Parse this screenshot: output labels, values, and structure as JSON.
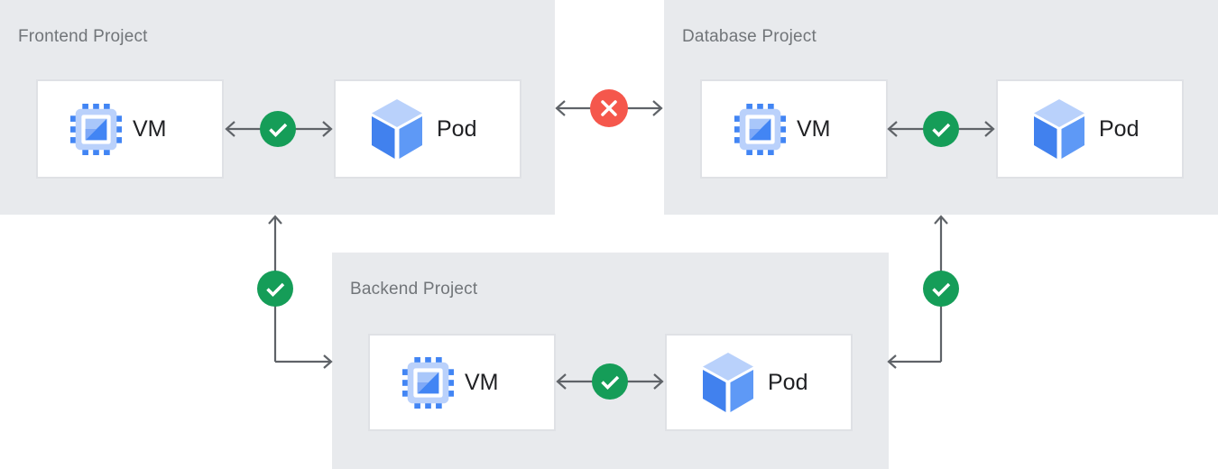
{
  "diagram": {
    "description": "Cross-project VM to Pod connectivity diagram",
    "projects": {
      "frontend": {
        "label": "Frontend Project",
        "vm_label": "VM",
        "pod_label": "Pod"
      },
      "database": {
        "label": "Database Project",
        "vm_label": "VM",
        "pod_label": "Pod"
      },
      "backend": {
        "label": "Backend Project",
        "vm_label": "VM",
        "pod_label": "Pod"
      }
    },
    "connections": {
      "frontend_internal": {
        "from": "Frontend VM",
        "to": "Frontend Pod",
        "status": "allowed",
        "icon": "check-icon",
        "bidirectional": true
      },
      "database_internal": {
        "from": "Database VM",
        "to": "Database Pod",
        "status": "allowed",
        "icon": "check-icon",
        "bidirectional": true
      },
      "backend_internal": {
        "from": "Backend VM",
        "to": "Backend Pod",
        "status": "allowed",
        "icon": "check-icon",
        "bidirectional": true
      },
      "frontend_database": {
        "from": "Frontend Project",
        "to": "Database Project",
        "status": "blocked",
        "icon": "cross-icon",
        "bidirectional": true
      },
      "frontend_backend": {
        "from": "Frontend Project",
        "to": "Backend Project",
        "status": "allowed",
        "icon": "check-icon",
        "bidirectional": true
      },
      "database_backend": {
        "from": "Database Project",
        "to": "Backend Project",
        "status": "allowed",
        "icon": "check-icon",
        "bidirectional": true
      }
    },
    "icons": {
      "check-icon": "✓",
      "cross-icon": "✕",
      "vm-icon": "chip",
      "pod-icon": "cube"
    }
  },
  "colors": {
    "project-bg": "#E8EAED",
    "card-bg": "#FFFFFF",
    "card-border": "#DFE1E5",
    "arrow": "#5F6368",
    "allowed": "#159D58",
    "blocked": "#F5574C",
    "label": "#717579",
    "text": "#202124",
    "blue-500": "#4285F4",
    "blue-mid": "#7FA9F7",
    "blue-light": "#A9C7FA",
    "vm-body": "#BAD1FB",
    "cube-top": "#B9D1FB",
    "cube-left": "#4181EE",
    "cube-right": "#5E99F6"
  }
}
